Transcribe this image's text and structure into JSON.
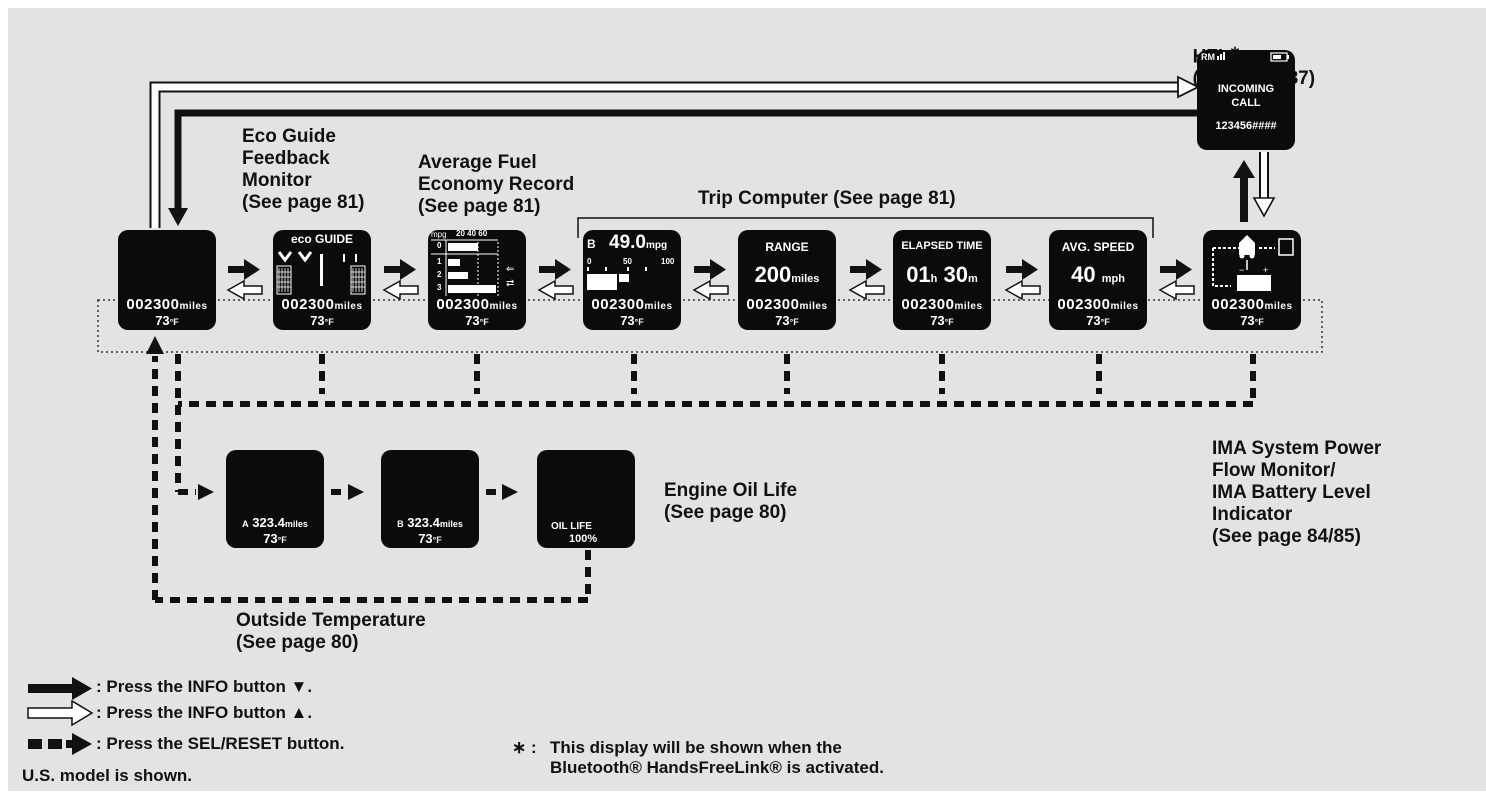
{
  "labels": {
    "hfl_title": "HFL",
    "hfl_star": "∗",
    "hfl_page": "(See page 87)",
    "eco_guide": "Eco Guide\nFeedback\nMonitor\n(See page 81)",
    "avg_fuel": "Average Fuel\nEconomy Record\n(See page 81)",
    "trip_computer": "Trip Computer (See page 81)",
    "engine_oil": "Engine Oil Life\n(See page 80)",
    "outside_temp": "Outside Temperature\n(See page 80)",
    "ima": "IMA System Power\nFlow Monitor/\nIMA Battery Level\nIndicator\n(See page 84/85)"
  },
  "legend": {
    "info_down": ": Press the INFO button ▼.",
    "info_up": ": Press the INFO button ▲.",
    "sel_reset": ": Press the SEL/RESET button.",
    "model": "U.S. model is shown.",
    "note_star": "∗ :",
    "note_line1": "This display will be shown when the",
    "note_line2": "Bluetooth® HandsFreeLink® is activated."
  },
  "screens": {
    "odometer": "002300",
    "odometer_unit": "miles",
    "temperature": "73",
    "temp_unit": "°F",
    "eco_title": "eco GUIDE",
    "avg_mpg_label": "mpg",
    "avg_scale": "20 40 60",
    "avg_rows": [
      "0",
      "1",
      "2",
      "3"
    ],
    "inst_trip": "B",
    "inst_value": "49.0",
    "inst_unit": "mpg",
    "inst_scale": [
      "0",
      "50",
      "100"
    ],
    "range_title": "RANGE",
    "range_value": "200",
    "range_unit": "miles",
    "elapsed_title": "ELAPSED TIME",
    "elapsed_h": "01",
    "elapsed_h_unit": "h",
    "elapsed_m": "30",
    "elapsed_m_unit": "m",
    "avgspeed_title": "AVG. SPEED",
    "avgspeed_value": "40",
    "avgspeed_unit": "mph",
    "hfl_status": "RM",
    "hfl_line1": "INCOMING",
    "hfl_line2": "CALL",
    "hfl_number": "123456####",
    "tripA_label": "A",
    "tripB_label": "B",
    "trip_value": "323.4",
    "trip_unit": "miles",
    "oil_title": "OIL LIFE",
    "oil_value": "100%"
  }
}
